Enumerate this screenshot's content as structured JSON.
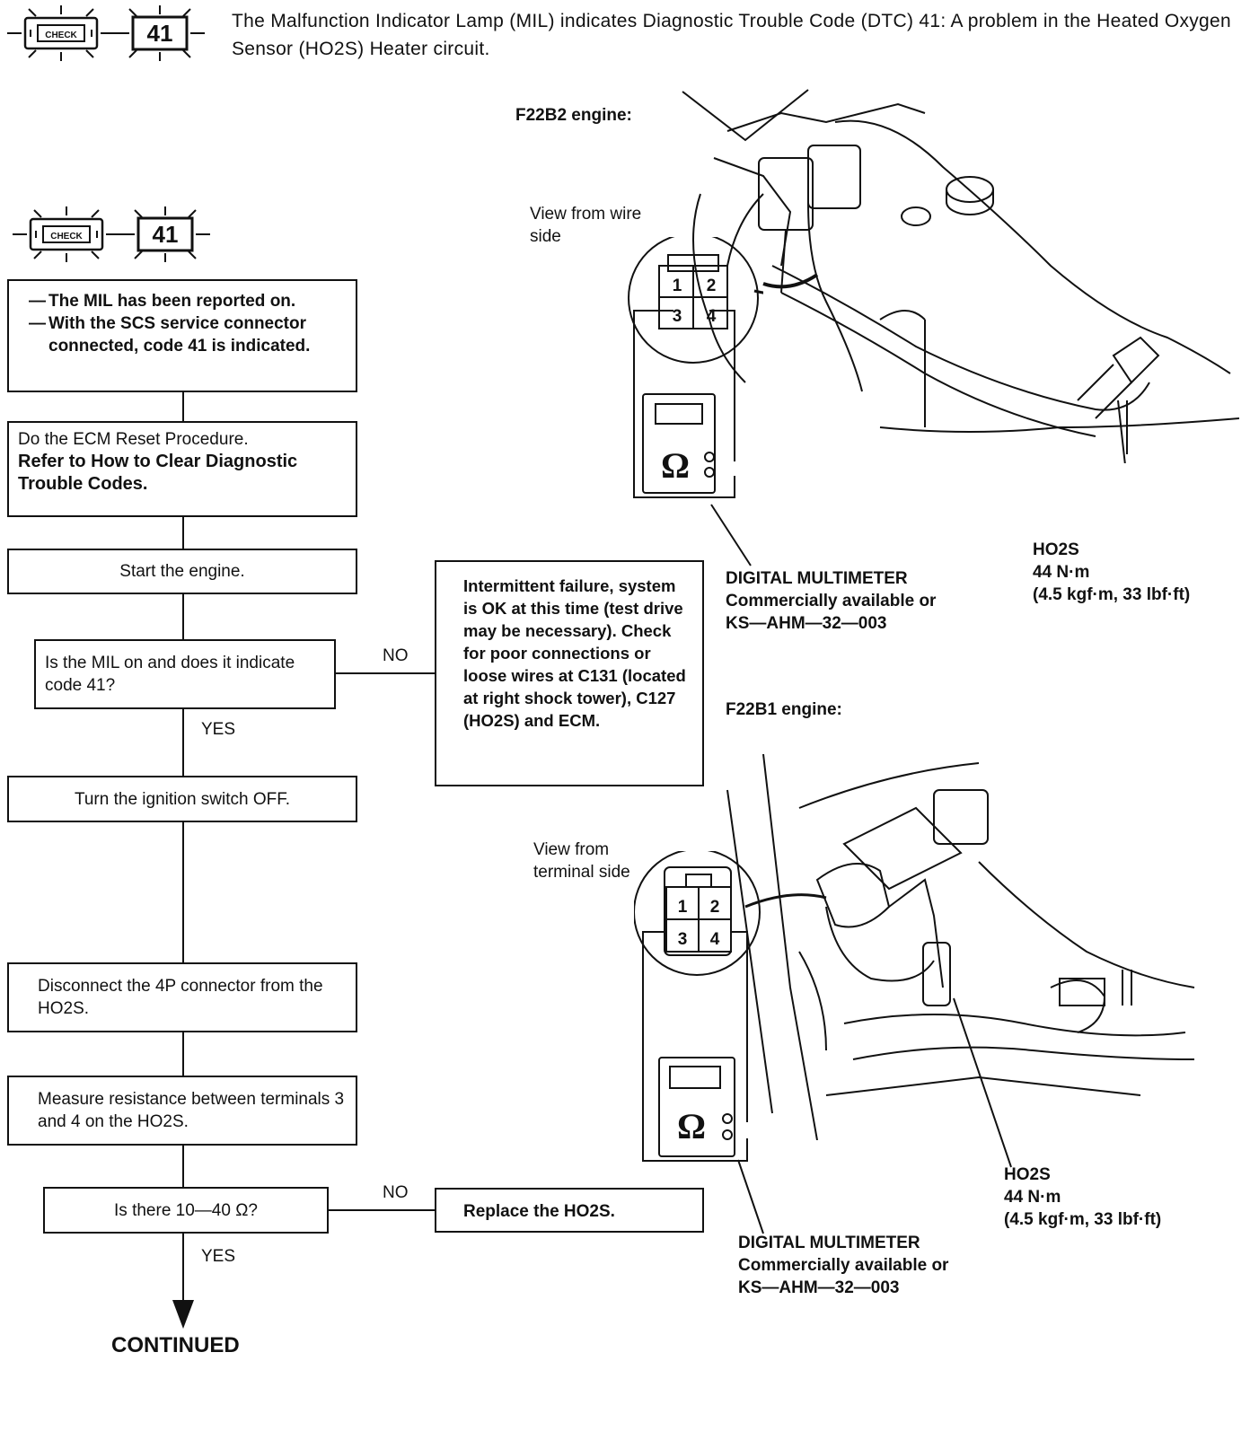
{
  "header": {
    "code": "41",
    "description": "The Malfunction Indicator Lamp (MIL) indicates Diagnostic Trouble Code (DTC) 41: A problem in the Heated Oxygen Sensor (HO2S) Heater circuit."
  },
  "icons": {
    "check_engine": "CHECK",
    "code": "41"
  },
  "flow": {
    "box1_items": [
      "The MIL has been reported on.",
      "With the SCS service connector connected, code 41 is indicated."
    ],
    "box2_line1": "Do the ECM Reset Procedure.",
    "box2_line2": "Refer to How to Clear Diagnostic Trouble Codes.",
    "box3": "Start the engine.",
    "box4": "Is the MIL on and does it indicate code 41?",
    "box5": "Turn the ignition switch OFF.",
    "box6": "Disconnect the 4P connector from the HO2S.",
    "box7": "Measure resistance between terminals 3 and 4 on the HO2S.",
    "box8": "Is there 10—40 Ω?",
    "no_label": "NO",
    "yes_label": "YES",
    "intermittent": "Intermittent failure, system is OK at this time (test drive may be necessary). Check for poor connections or loose wires at C131 (located at right shock tower), C127 (HO2S) and ECM.",
    "replace": "Replace the HO2S.",
    "continued": "CONTINUED"
  },
  "figure_top": {
    "engine": "F22B2 engine:",
    "view": "View from wire side",
    "pins": [
      "1",
      "2",
      "3",
      "4"
    ],
    "meter_symbol": "Ω",
    "multimeter_title": "DIGITAL MULTIMETER",
    "multimeter_line2": "Commercially available or",
    "multimeter_line3": "KS—AHM—32—003",
    "sensor": "HO2S",
    "torque1": "44 N·m",
    "torque2": "(4.5 kgf·m, 33 lbf·ft)"
  },
  "figure_bottom": {
    "engine": "F22B1 engine:",
    "view": "View from terminal side",
    "pins": [
      "1",
      "2",
      "3",
      "4"
    ],
    "meter_symbol": "Ω",
    "multimeter_title": "DIGITAL MULTIMETER",
    "multimeter_line2": "Commercially available or",
    "multimeter_line3": "KS—AHM—32—003",
    "sensor": "HO2S",
    "torque1": "44 N·m",
    "torque2": "(4.5 kgf·m, 33 lbf·ft)"
  }
}
